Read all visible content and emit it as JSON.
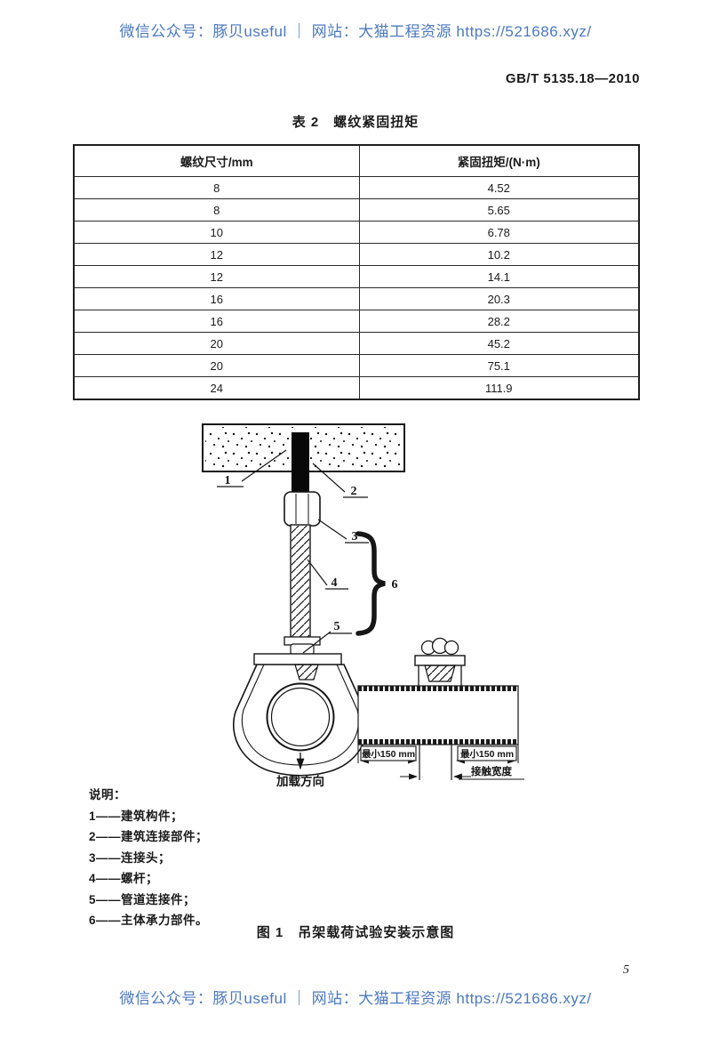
{
  "watermark": {
    "text": "微信公众号：豚贝useful ｜ 网站：大猫工程资源 https://521686.xyz/"
  },
  "header": {
    "standard_number": "GB/T 5135.18—2010"
  },
  "table": {
    "title": "表 2　螺纹紧固扭矩",
    "columns": [
      "螺纹尺寸/mm",
      "紧固扭矩/(N·m)"
    ],
    "rows": [
      [
        "8",
        "4.52"
      ],
      [
        "8",
        "5.65"
      ],
      [
        "10",
        "6.78"
      ],
      [
        "12",
        "10.2"
      ],
      [
        "12",
        "14.1"
      ],
      [
        "16",
        "20.3"
      ],
      [
        "16",
        "28.2"
      ],
      [
        "20",
        "45.2"
      ],
      [
        "20",
        "75.1"
      ],
      [
        "24",
        "111.9"
      ]
    ]
  },
  "figure": {
    "caption": "图 1　吊架载荷试验安装示意图",
    "callouts": {
      "c1": "1",
      "c2": "2",
      "c3": "3",
      "c4": "4",
      "c5": "5",
      "c6": "6"
    },
    "load_direction_label": "加载方向",
    "min_length_label": "最小150 mm",
    "contact_width_label": "接触宽度"
  },
  "legend": {
    "heading": "说明：",
    "items": [
      "1——建筑构件；",
      "2——建筑连接部件；",
      "3——连接头；",
      "4——螺杆；",
      "5——管道连接件；",
      "6——主体承力部件。"
    ]
  },
  "page": {
    "number": "5"
  },
  "colors": {
    "watermark_blue": "#4b79c3",
    "ink": "#1b1b1b"
  }
}
